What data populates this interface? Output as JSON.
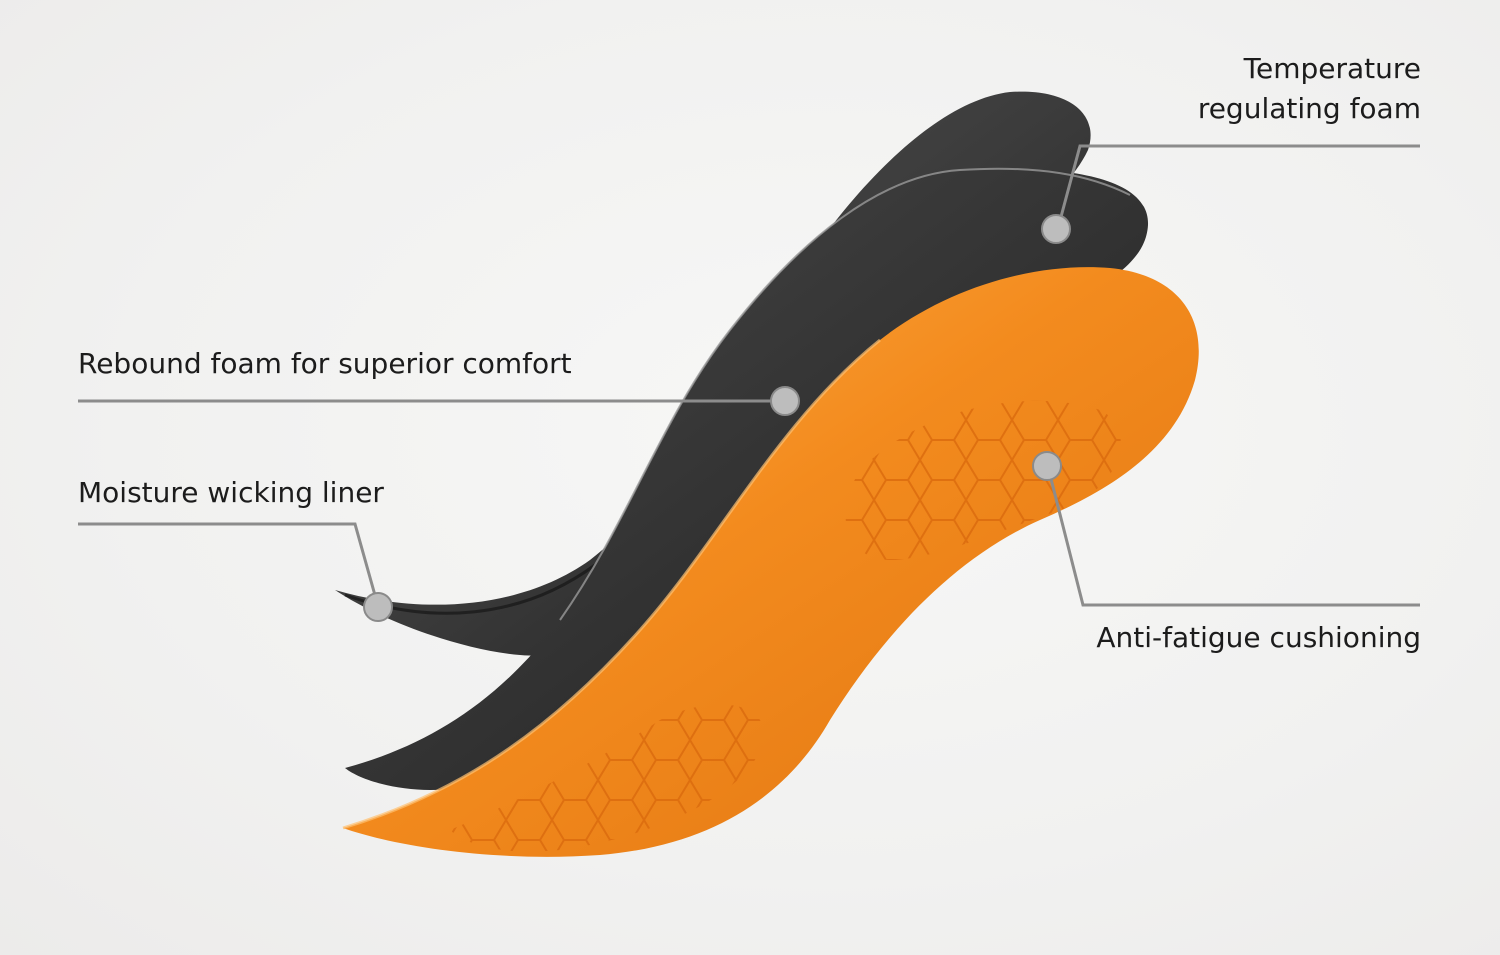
{
  "callouts": {
    "temperature": {
      "lines": [
        "Temperature",
        "regulating foam"
      ]
    },
    "rebound": {
      "text": "Rebound foam for superior comfort"
    },
    "moisture": {
      "text": "Moisture wicking liner"
    },
    "antifatigue": {
      "text": "Anti-fatigue cushioning"
    }
  },
  "colors": {
    "background": "#f3f3f2",
    "top_layer": "#3a3a3a",
    "middle_layer": "#2e2e2e",
    "bottom_layer": "#f08a1c",
    "leader_line": "#8c8c8c",
    "marker_dot": "#bdbdbd"
  }
}
